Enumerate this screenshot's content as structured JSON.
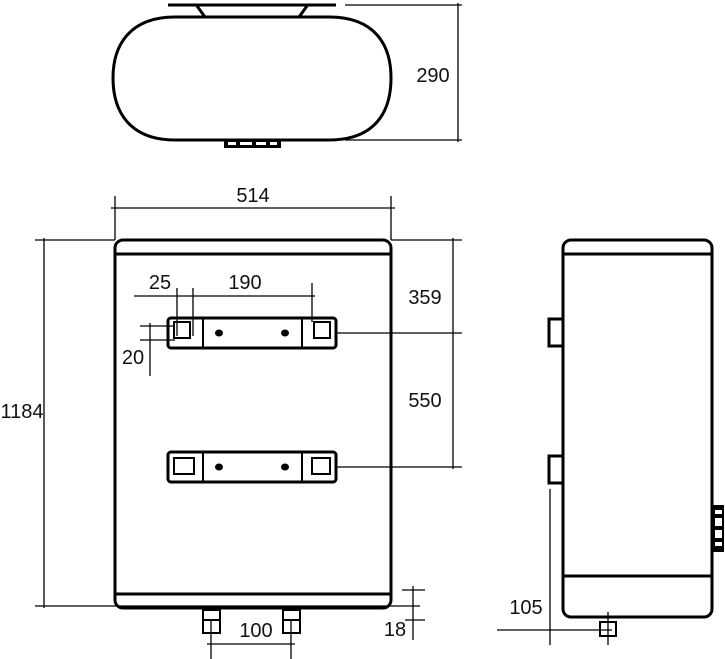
{
  "title": "Water heater dimensional drawing",
  "colors": {
    "line": "#000000",
    "background": "#ffffff"
  },
  "dimensions_mm": {
    "depth": "290",
    "width": "514",
    "height": "1184",
    "bracket_offset": "25",
    "bracket_hole_spacing": "190",
    "bracket_slot_height": "20",
    "top_to_upper_bracket": "359",
    "bracket_spacing": "550",
    "pipe_spacing": "100",
    "pipe_protrusion": "18",
    "pipe_from_wall": "105"
  }
}
